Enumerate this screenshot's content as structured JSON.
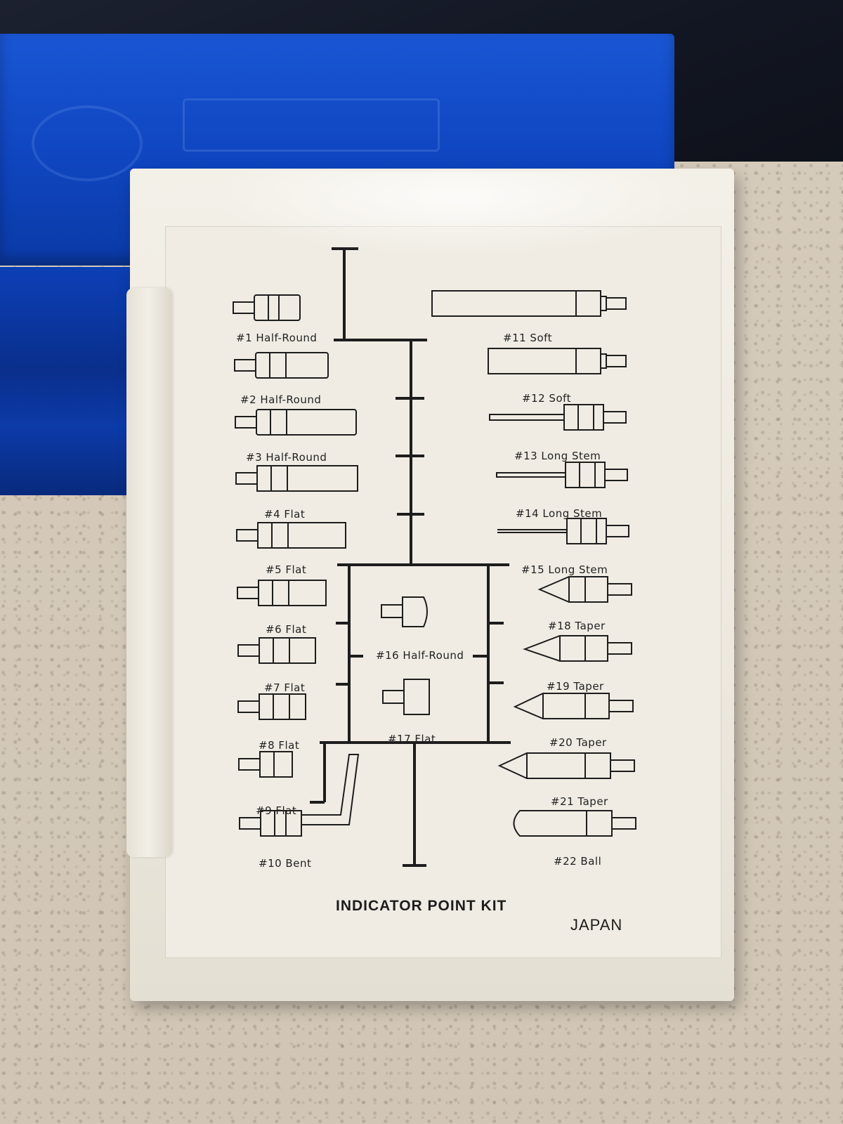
{
  "kit": {
    "title": "INDICATOR POINT KIT",
    "country": "JAPAN"
  },
  "parts": {
    "p1": "#1  Half-Round",
    "p2": "#2  Half-Round",
    "p3": "#3  Half-Round",
    "p4": "#4  Flat",
    "p5": "#5  Flat",
    "p6": "#6  Flat",
    "p7": "#7  Flat",
    "p8": "#8  Flat",
    "p9": "#9  Flat",
    "p10": "#10  Bent",
    "p11": "#11  Soft",
    "p12": "#12  Soft",
    "p13": "#13  Long Stem",
    "p14": "#14  Long Stem",
    "p15": "#15  Long Stem",
    "p16": "#16  Half-Round",
    "p17": "#17  Flat",
    "p18": "#18  Taper",
    "p19": "#19  Taper",
    "p20": "#20  Taper",
    "p21": "#21  Taper",
    "p22": "#22  Ball"
  },
  "colors": {
    "case_blue": "#1a56d4",
    "card": "#f0ece3",
    "ink": "#1d1d1d"
  }
}
